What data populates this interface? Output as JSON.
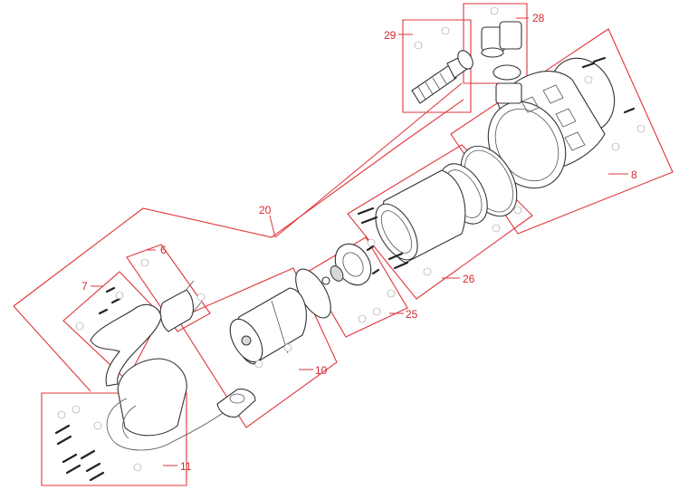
{
  "diagram": {
    "type": "exploded-parts-view",
    "accent_color": "#e0353a",
    "callouts": [
      {
        "id": "c29",
        "label": "29"
      },
      {
        "id": "c28",
        "label": "28"
      },
      {
        "id": "c8",
        "label": "8"
      },
      {
        "id": "c20",
        "label": "20"
      },
      {
        "id": "c6",
        "label": "6"
      },
      {
        "id": "c7",
        "label": "7"
      },
      {
        "id": "c26",
        "label": "26"
      },
      {
        "id": "c25",
        "label": "25"
      },
      {
        "id": "c10",
        "label": "10"
      },
      {
        "id": "c11",
        "label": "11"
      }
    ]
  }
}
